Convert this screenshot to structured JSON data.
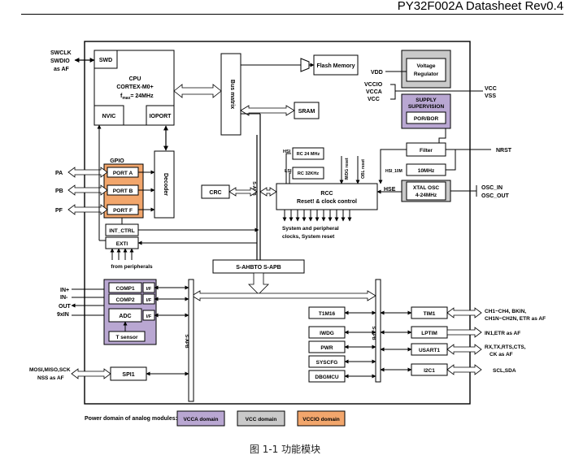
{
  "header": {
    "title": "PY32F002A Datasheet Rev0.4"
  },
  "caption": "图 1-1 功能模块",
  "colors": {
    "vcca": "#b9a7d2",
    "vcc": "#c9c9c9",
    "vccio": "#f2a66c",
    "line": "#000000"
  },
  "labels": {
    "swclk": "SWCLK",
    "swdio": "SWDIO",
    "as_af": "as AF",
    "swd": "SWD",
    "cpu": "CPU",
    "cortex": "CORTEX-M0+",
    "fmax_f": "f",
    "fmax_sub": "max",
    "fmax_val": "= 24MHz",
    "nvic": "NVIC",
    "ioport": "IOPORT",
    "bus_matrix": "Bus matrix",
    "flash": "Flash Memory",
    "sram": "SRAM",
    "vdd": "VDD",
    "voltage": "Voltage",
    "regulator": "Regulator",
    "vccio": "VCCIO",
    "vcca": "VCCA",
    "vcc": "VCC",
    "vcc_r": "VCC",
    "vss_r": "VSS",
    "supply": "SUPPLY",
    "supervision": "SUPERVISION",
    "porbor": "POR/BOR",
    "gpio": "GPIO",
    "pa": "PA",
    "pb": "PB",
    "pf": "PF",
    "port_a": "PORT A",
    "port_b": "PORT B",
    "port_f": "PORT F",
    "decoder": "Decoder",
    "hsi": "HSI",
    "rc24": "RC 24 MHz",
    "lsi": "LSI",
    "rc32": "RC 32KHz",
    "iwdg_reset": "IWDG reset",
    "obl_reset": "OBL reset",
    "filter": "Filter",
    "nrst": "NRST",
    "hsi10": "HSI_10M",
    "mhz10": "10MHz",
    "crc": "CRC",
    "sahb_v": "S-AHB",
    "rcc": "RCC",
    "rcc_sub": "Reset! & clock control",
    "hse": "HSE",
    "xtal": "XTAL OSC",
    "xtal_f": "4-24MHz",
    "osc_in": "OSC_IN",
    "osc_out": "OSC_OUT",
    "sys_line1": "System and peripheral",
    "sys_line2": "clocks, System reset",
    "int_ctrl": "INT_CTRL",
    "exti": "EXTI",
    "from_periph": "from peripherals",
    "sahb_sapb": "S-AHBTO S-APB",
    "in_p": "IN+",
    "in_m": "IN-",
    "out": "OUT",
    "xin": "9xIN",
    "comp1": "COMP1",
    "comp2": "COMP2",
    "if1": "I/F",
    "if2": "I/F",
    "if3": "I/F",
    "adc": "ADC",
    "tsensor": "T sensor",
    "sapb_l": "S-APB",
    "sapb_r": "S-APB",
    "tim16": "T1M16",
    "iwdg": "IWDG",
    "pwr": "PWR",
    "syscfg": "SYSCFG",
    "dbgmcu": "DBGMCU",
    "tim1": "TIM1",
    "lptim": "LPTIM",
    "usart1": "USART1",
    "i2c1": "I2C1",
    "tim1_io1": "CH1~CH4, BKIN,",
    "tim1_io2": "CH1N~CH2N, ETR as AF",
    "lptim_io": "IN1,ETR as AF",
    "usart_io1": "RX,TX,RTS,CTS,",
    "usart_io2": "CK as AF",
    "i2c_io": "SCL,SDA",
    "spi_io1": "MOSI,MISO,SCK",
    "spi_io2": "NSS as AF",
    "spi1": "SPI1",
    "power_domain": "Power domain of analog modules:",
    "legend_vcca": "VCCA domain",
    "legend_vcc": "VCC domain",
    "legend_vccio": "VCCIO domain"
  }
}
